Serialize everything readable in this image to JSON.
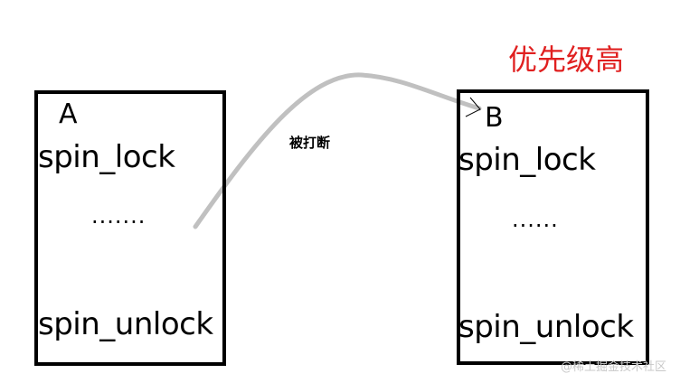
{
  "diagram": {
    "process_a": {
      "label": "A",
      "lock_text": "spin_lock",
      "ellipsis": ".......",
      "unlock_text": "spin_unlock"
    },
    "process_b": {
      "label": "B",
      "lock_text": "spin_lock",
      "ellipsis": "......",
      "unlock_text": "spin_unlock"
    },
    "priority_note": "优先级高",
    "arrow_label": "被打断",
    "watermark": "@稀土掘金技术社区"
  },
  "colors": {
    "priority_text": "#e02020",
    "arrow": "#c0c0c0",
    "box_border": "#000000"
  }
}
